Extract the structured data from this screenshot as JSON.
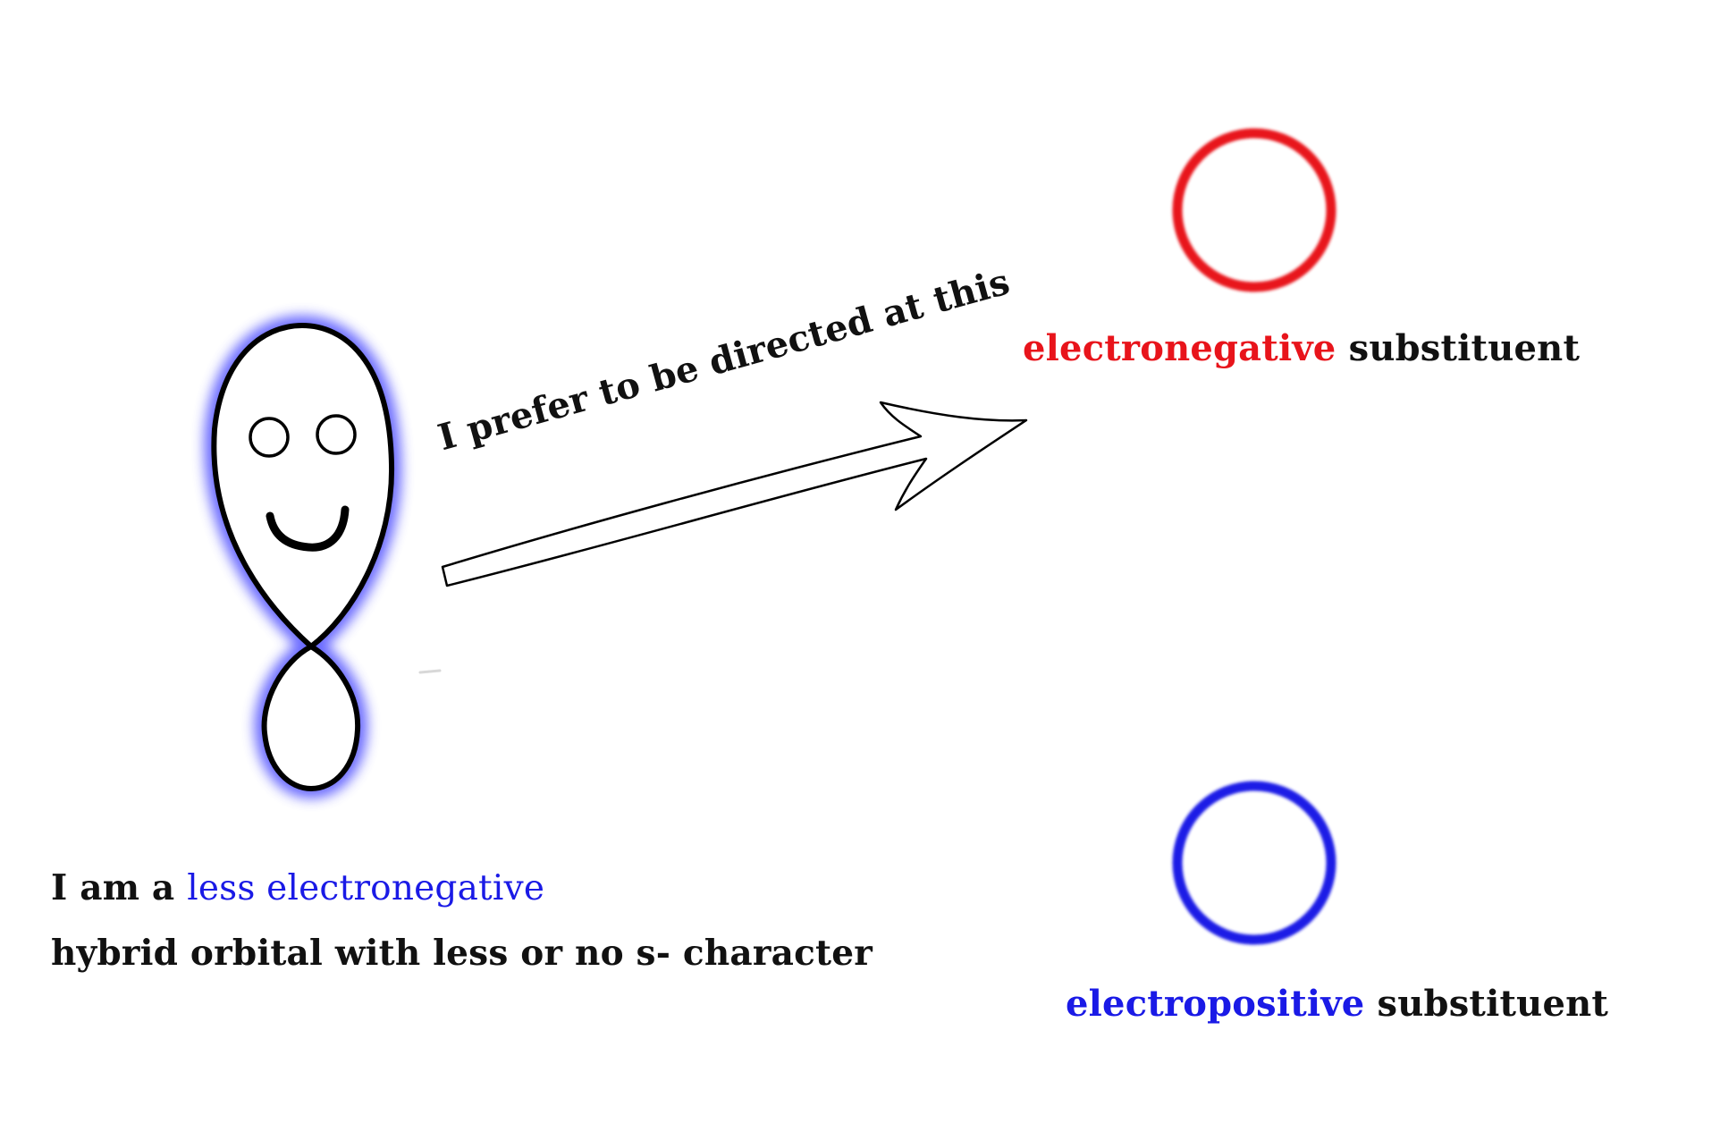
{
  "arrow_caption": "I prefer to be directed at this",
  "electronegative_substituent": {
    "prefix": "electronegative",
    "suffix": " substituent",
    "color": "#e8141b"
  },
  "electropositive_substituent": {
    "prefix": "electropositive",
    "suffix": " substituent",
    "color": "#1a1ae6"
  },
  "orbital_caption": {
    "line1_prefix": "I am a ",
    "line1_highlight": "less electronegative",
    "line2": "hybrid orbital with less or no s- character"
  },
  "colors": {
    "orbital_glow": "#5a5aff",
    "outline": "#000000",
    "electronegative": "#e8141b",
    "electropositive": "#1a1ae6"
  },
  "icons": [
    "smiling-hybrid-orbital-icon",
    "open-arrow-icon",
    "ring-icon"
  ]
}
